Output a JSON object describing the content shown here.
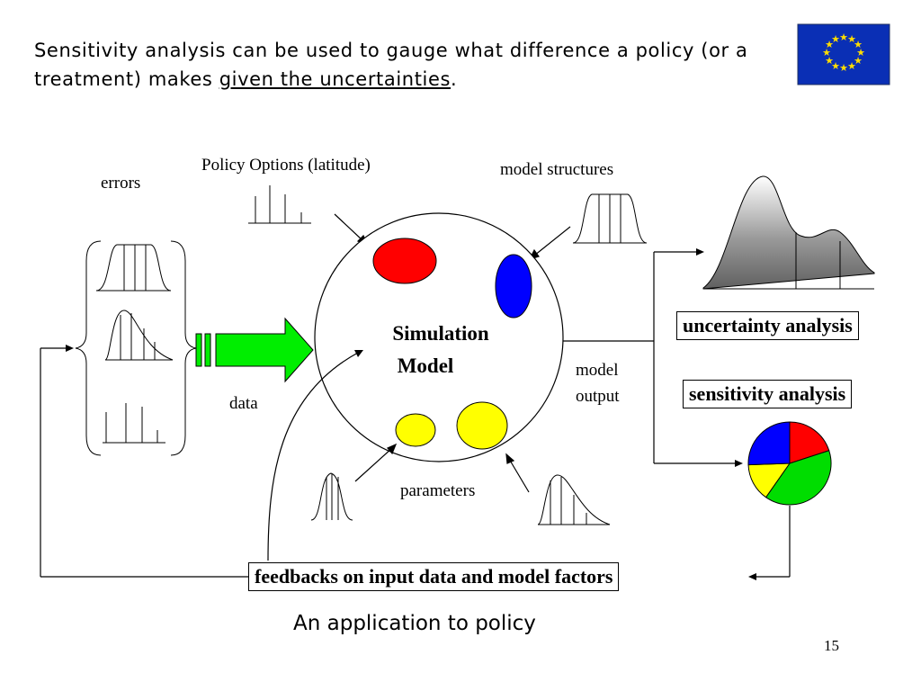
{
  "title": {
    "text_before": "Sensitivity analysis can be used to gauge what difference a policy (or a treatment) makes ",
    "text_underlined": "given the uncertainties",
    "text_after": "."
  },
  "diagram": {
    "errors_label": "errors",
    "policy_label": "Policy Options (latitude)",
    "model_structures_label": "model structures",
    "data_label": "data",
    "simulation_label_1": "Simulation",
    "simulation_label_2": "Model",
    "model_output_label_1": "model",
    "model_output_label_2": "output",
    "parameters_label": "parameters",
    "uncertainty_box": "uncertainty analysis",
    "sensitivity_box": "sensitivity analysis",
    "feedback_box": "feedbacks on input data and model factors"
  },
  "pie_colors": [
    "#ff0000",
    "#00dd00",
    "#ffff00",
    "#0000ff"
  ],
  "caption": "An application to policy",
  "page_number": "15"
}
